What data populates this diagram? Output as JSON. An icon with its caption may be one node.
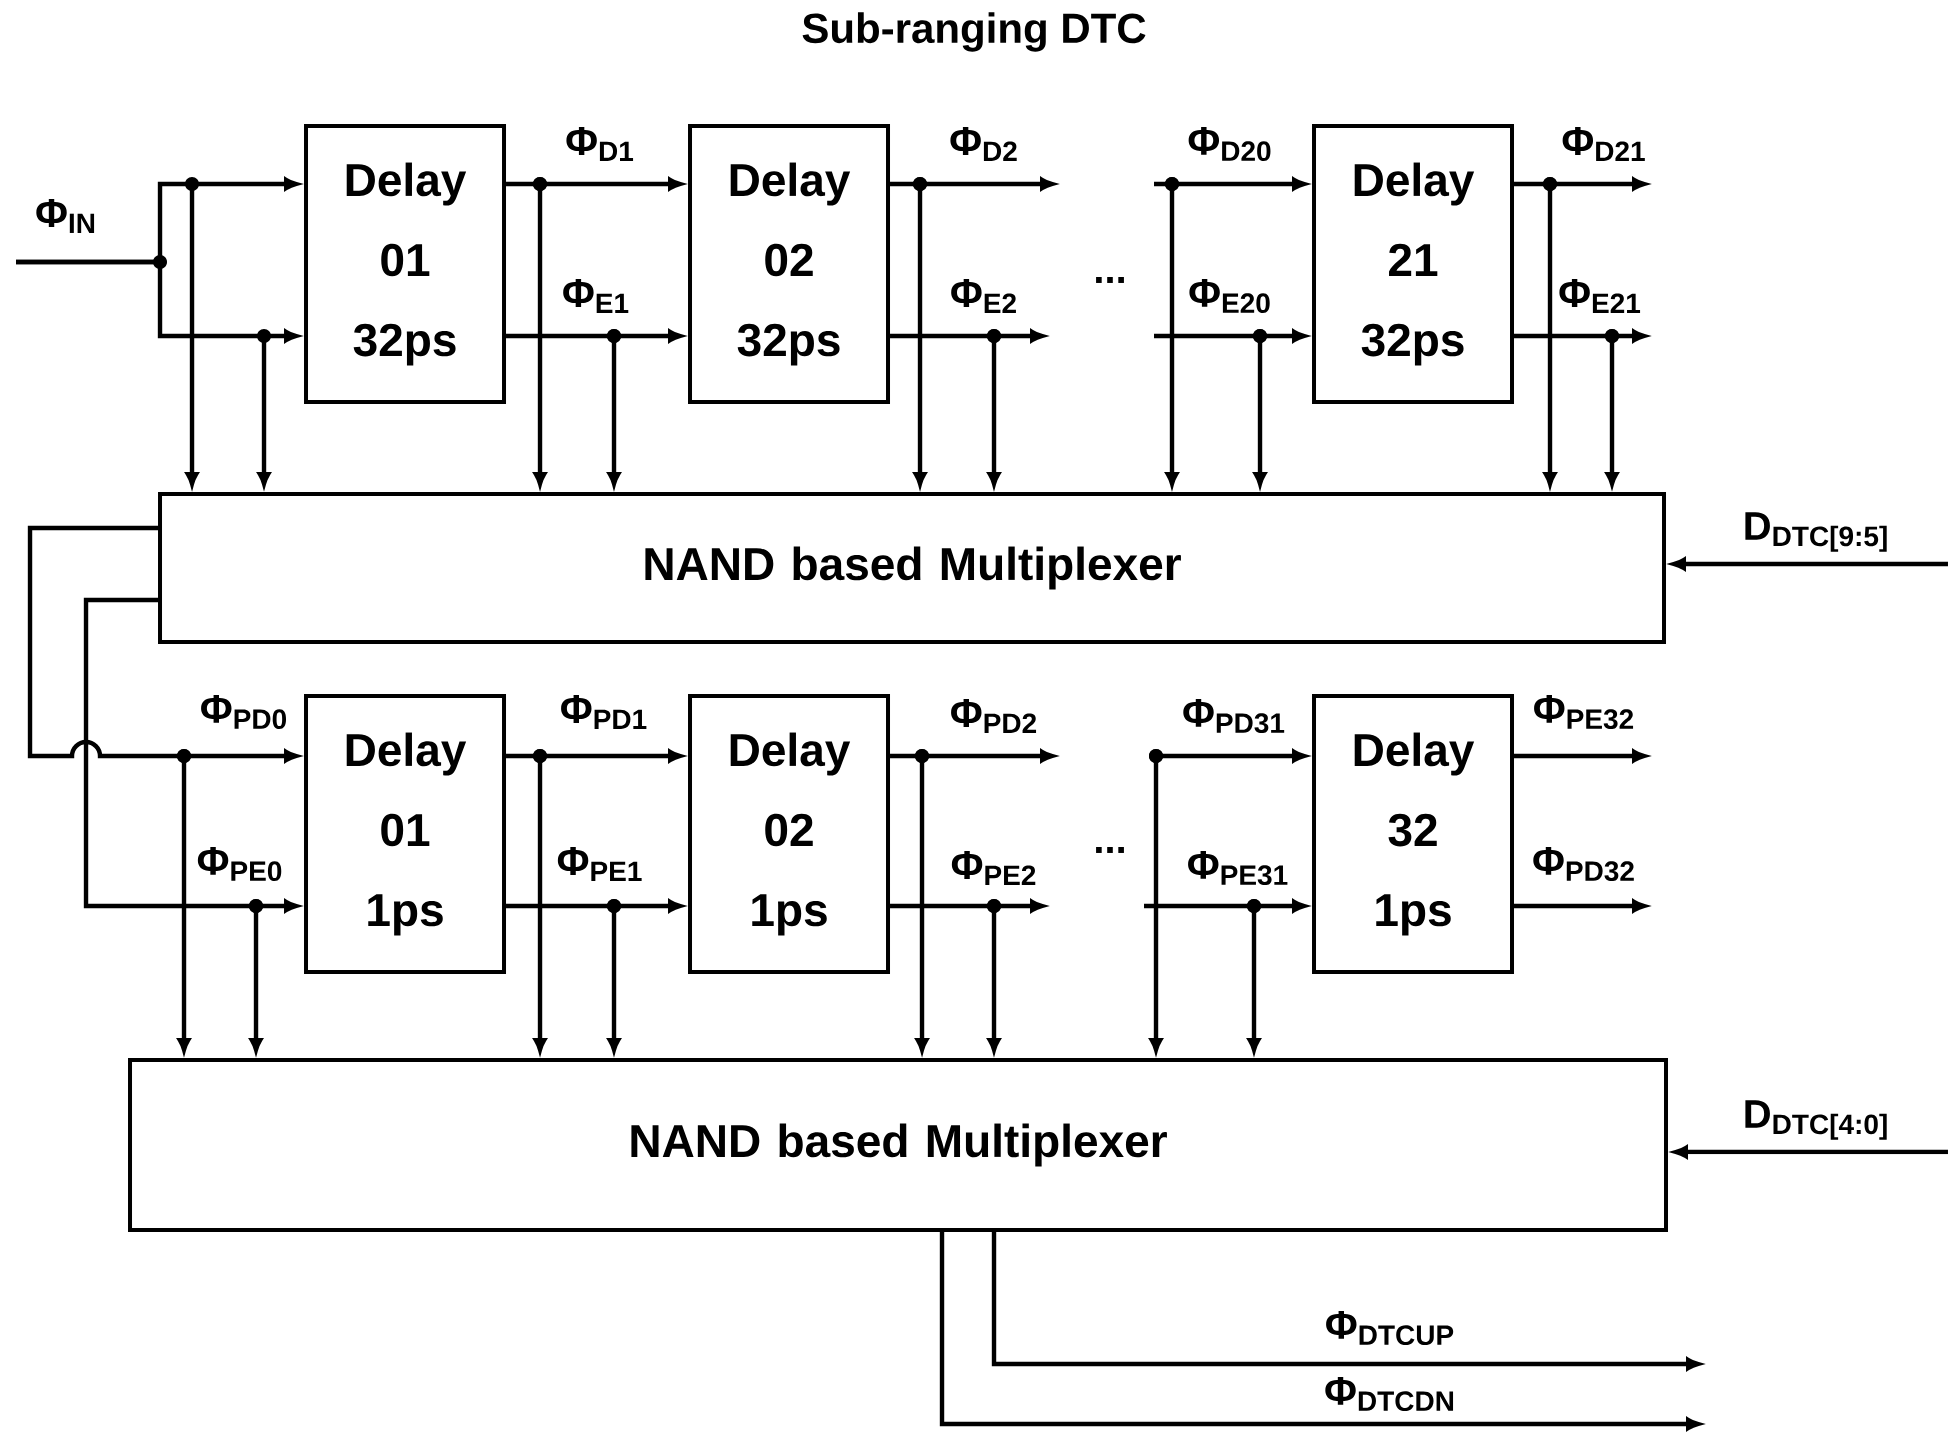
{
  "diagram": {
    "title": "Sub-ranging DTC",
    "nodes": [
      {
        "text": [
          "Delay 01 32ps"
        ]
      },
      {
        "text": [
          "Delay 02 32ps"
        ]
      },
      {
        "text": [
          "Delay 21 32ps"
        ]
      },
      {
        "text": [
          "NAND based Multiplexer"
        ]
      },
      {
        "text": [
          "Delay 01 1ps"
        ]
      },
      {
        "text": [
          "Delay 02 1ps"
        ]
      },
      {
        "text": [
          "Delay 32 1ps"
        ]
      },
      {
        "text": [
          "NAND based Multiplexer"
        ]
      }
    ],
    "edges": [
      {
        "from": null,
        "to": 0,
        "arrow": "to",
        "label": "Φ$_{IN}$"
      },
      {
        "from": null,
        "to": 0,
        "arrow": "to"
      },
      {
        "from": 0,
        "to": 1,
        "arrow": "to",
        "label": "Φ$_{D1}$"
      },
      {
        "from": 0,
        "to": 1,
        "arrow": "to",
        "label": "Φ$_{E1}$"
      },
      {
        "from": 1,
        "to": null,
        "arrow": "to",
        "label": "Φ$_{D2}$"
      },
      {
        "from": 1,
        "to": null,
        "arrow": "to",
        "label": "Φ$_{E2}$"
      },
      {
        "from": null,
        "to": 2,
        "arrow": "to",
        "label": "Φ$_{D20}$"
      },
      {
        "from": null,
        "to": 2,
        "arrow": "to",
        "label": "Φ$_{E20}$"
      },
      {
        "from": 2,
        "to": null,
        "arrow": "to",
        "label": "Φ$_{D21}$"
      },
      {
        "from": 2,
        "to": null,
        "arrow": "to",
        "label": "Φ$_{E21}$"
      },
      {
        "from": null,
        "to": 3,
        "arrow": "to"
      },
      {
        "from": null,
        "to": 3,
        "arrow": "to"
      },
      {
        "from": null,
        "to": 3,
        "arrow": "to"
      },
      {
        "from": null,
        "to": 3,
        "arrow": "to"
      },
      {
        "from": null,
        "to": 3,
        "arrow": "to"
      },
      {
        "from": null,
        "to": 3,
        "arrow": "to"
      },
      {
        "from": null,
        "to": 3,
        "arrow": "to"
      },
      {
        "from": null,
        "to": 3,
        "arrow": "to"
      },
      {
        "from": null,
        "to": 3,
        "arrow": "to"
      },
      {
        "from": null,
        "to": 3,
        "arrow": "to"
      },
      {
        "from": null,
        "to": 3,
        "arrow": "to",
        "label": "D$_{DTC[9:5]}$"
      },
      {
        "from": 3,
        "to": 4,
        "arrow": "to",
        "label": "Φ$_{PD0}$"
      },
      {
        "from": 3,
        "to": 4,
        "arrow": "to",
        "label": "Φ$_{PE0}$"
      },
      {
        "from": 4,
        "to": 5,
        "arrow": "to",
        "label": "Φ$_{PD1}$"
      },
      {
        "from": 4,
        "to": 5,
        "arrow": "to",
        "label": "Φ$_{PE1}$"
      },
      {
        "from": 5,
        "to": null,
        "arrow": "to",
        "label": "Φ$_{PD2}$"
      },
      {
        "from": 5,
        "to": null,
        "arrow": "to",
        "label": "Φ$_{PE2}$"
      },
      {
        "from": null,
        "to": 6,
        "arrow": "to",
        "label": "Φ$_{PD31}$"
      },
      {
        "from": null,
        "to": 6,
        "arrow": "to",
        "label": "Φ$_{PE31}$"
      },
      {
        "from": 6,
        "to": null,
        "arrow": "to",
        "label": "Φ$_{PE32}$"
      },
      {
        "from": 6,
        "to": null,
        "arrow": "to",
        "label": "Φ$_{PD32}$"
      },
      {
        "from": null,
        "to": 7,
        "arrow": "to"
      },
      {
        "from": null,
        "to": 7,
        "arrow": "to"
      },
      {
        "from": null,
        "to": 7,
        "arrow": "to"
      },
      {
        "from": null,
        "to": 7,
        "arrow": "to"
      },
      {
        "from": null,
        "to": 7,
        "arrow": "to"
      },
      {
        "from": null,
        "to": 7,
        "arrow": "to"
      },
      {
        "from": null,
        "to": 7,
        "arrow": "to"
      },
      {
        "from": null,
        "to": 7,
        "arrow": "to"
      },
      {
        "from": null,
        "to": 7,
        "arrow": "to",
        "label": "D$_{DTC[4:0]}$"
      },
      {
        "from": 7,
        "to": null,
        "arrow": "to",
        "label": "Φ$_{DTCUP}$"
      },
      {
        "from": 7,
        "to": null,
        "arrow": "to",
        "label": "Φ$_{DTCDN}$"
      }
    ],
    "labels": [
      "...",
      "..."
    ]
  }
}
